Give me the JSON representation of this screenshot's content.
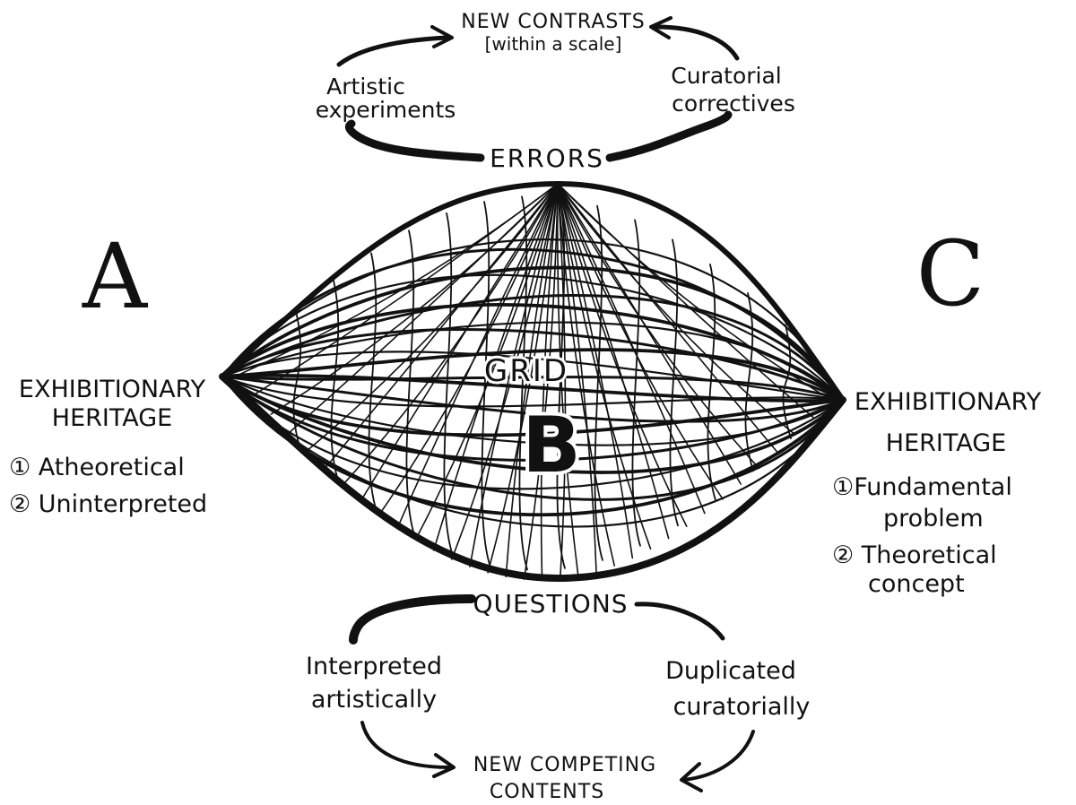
{
  "colors": {
    "ink": "#111111",
    "paper": "#ffffff"
  },
  "top": {
    "contrasts_line1": "NEW CONTRASTS",
    "contrasts_line2": "[within a scale]",
    "artistic_line1": "Artistic",
    "artistic_line2": "experiments",
    "curatorial_line1": "Curatorial",
    "curatorial_line2": "correctives",
    "errors": "ERRORS"
  },
  "left": {
    "letter": "A",
    "heading_line1": "EXHIBITIONARY",
    "heading_line2": "HERITAGE",
    "item1": "① Atheoretical",
    "item2": "② Uninterpreted"
  },
  "center": {
    "grid": "GRID",
    "letter": "B"
  },
  "right": {
    "letter": "C",
    "heading_line1": "EXHIBITIONARY",
    "heading_line2": "HERITAGE",
    "item1_line1": "①Fundamental",
    "item1_line2": "problem",
    "item2_line1": "② Theoretical",
    "item2_line2": "concept"
  },
  "bottom": {
    "questions": "QUESTIONS",
    "interpreted_line1": "Interpreted",
    "interpreted_line2": "artistically",
    "duplicated_line1": "Duplicated",
    "duplicated_line2": "curatorially",
    "competing_line1": "NEW COMPETING",
    "competing_line2": "CONTENTS"
  }
}
